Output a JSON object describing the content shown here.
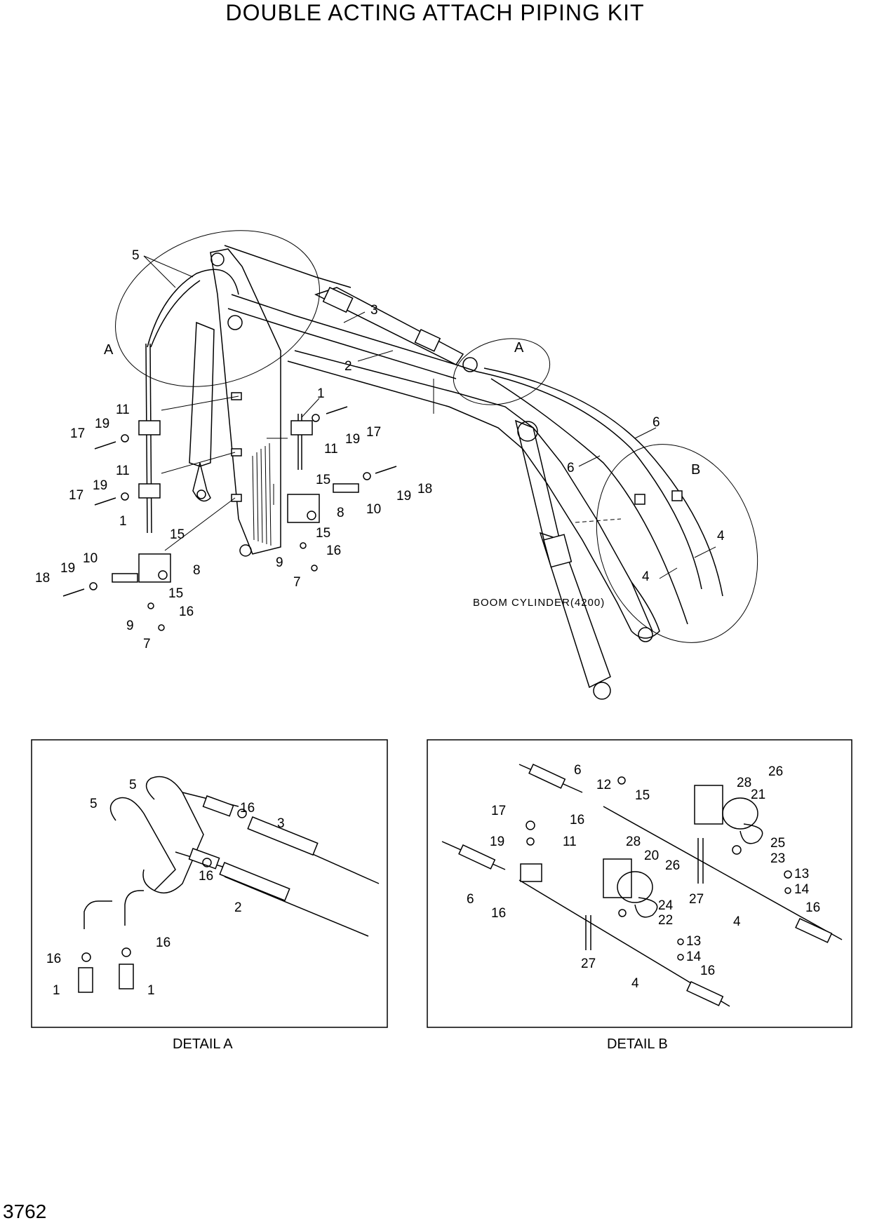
{
  "title": "DOUBLE ACTING ATTACH PIPING KIT",
  "page_number": "3762",
  "boom_cylinder_label": "BOOM CYLINDER(4200)",
  "detail_a_caption": "DETAIL A",
  "detail_b_caption": "DETAIL B",
  "detail_a_marker": "A",
  "detail_b_marker": "B",
  "main_callouts": [
    "5",
    "3",
    "A",
    "2",
    "A",
    "1",
    "6",
    "11",
    "19",
    "17",
    "17",
    "19",
    "11",
    "B",
    "6",
    "17",
    "19",
    "11",
    "15",
    "19",
    "18",
    "10",
    "1",
    "15",
    "8",
    "15",
    "16",
    "9",
    "4",
    "18",
    "19",
    "10",
    "8",
    "7",
    "4",
    "15",
    "16",
    "9",
    "7"
  ],
  "detail_a_callouts": [
    "5",
    "5",
    "16",
    "3",
    "16",
    "2",
    "16",
    "16",
    "1",
    "1"
  ],
  "detail_b_callouts": [
    "6",
    "12",
    "15",
    "28",
    "26",
    "17",
    "21",
    "16",
    "11",
    "19",
    "28",
    "25",
    "20",
    "23",
    "26",
    "13",
    "14",
    "6",
    "16",
    "24",
    "27",
    "22",
    "16",
    "4",
    "13",
    "14",
    "27",
    "16",
    "4"
  ]
}
